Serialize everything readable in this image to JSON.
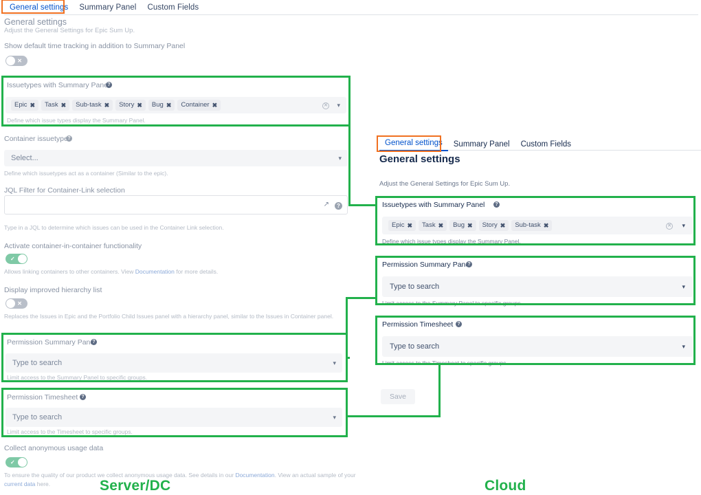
{
  "server": {
    "caption": "Server/DC",
    "tabs": [
      {
        "label": "General settings",
        "active": true
      },
      {
        "label": "Summary Panel",
        "active": false
      },
      {
        "label": "Custom Fields",
        "active": false
      }
    ],
    "heading": "General settings",
    "subheading": "Adjust the General Settings for Epic Sum Up.",
    "time_tracking_label": "Show default time tracking in addition to Summary Panel",
    "time_tracking_state": "off",
    "issuetypes": {
      "label": "Issuetypes with Summary Panel",
      "tags": [
        "Epic",
        "Task",
        "Sub-task",
        "Story",
        "Bug",
        "Container"
      ],
      "note": "Define which issue types display the Summary Panel."
    },
    "container_issuetypes": {
      "label": "Container issuetypes",
      "placeholder": "Select...",
      "note": "Define which issuetypes act as a container (Similar to the epic)."
    },
    "jql_filter": {
      "label": "JQL Filter for Container-Link selection",
      "value": "",
      "note": "Type in a JQL to determine which issues can be used in the Container Link selection."
    },
    "container_in_container": {
      "label": "Activate container-in-container functionality",
      "state": "on",
      "note_before": "Allows linking containers to other containers. View ",
      "note_link": "Documentation",
      "note_after": " for more details."
    },
    "hierarchy_list": {
      "label": "Display improved hierarchy list",
      "state": "off",
      "note": "Replaces the Issues in Epic and the Portfolio Child Issues panel with a hierarchy panel, similar to the Issues in Container panel."
    },
    "permission_summary": {
      "label": "Permission Summary Panel",
      "placeholder": "Type to search",
      "note": "Limit access to the Summary Panel to specific groups."
    },
    "permission_timesheet": {
      "label": "Permission Timesheet",
      "placeholder": "Type to search",
      "note": "Limit access to the Timesheet to specific groups."
    },
    "usage_data": {
      "label": "Collect anonymous usage data",
      "state": "on",
      "note_1": "To ensure the quality of our product we collect anonymous usage data. See details in our ",
      "note_link_1": "Documentation",
      "note_2": ". View an actual sample of your ",
      "note_link_2": "current data",
      "note_3": " here."
    }
  },
  "cloud": {
    "caption": "Cloud",
    "tabs": [
      {
        "label": "General settings",
        "active": true
      },
      {
        "label": "Summary Panel",
        "active": false
      },
      {
        "label": "Custom Fields",
        "active": false
      }
    ],
    "heading": "General settings",
    "subheading": "Adjust the General Settings for Epic Sum Up.",
    "issuetypes": {
      "label": "Issuetypes with Summary Panel",
      "tags": [
        "Epic",
        "Task",
        "Bug",
        "Story",
        "Sub-task"
      ],
      "note": "Define which issue types display the Summary Panel."
    },
    "permission_summary": {
      "label": "Permission Summary Panel",
      "placeholder": "Type to search",
      "note": "Limit access to the Summary Panel to specific groups."
    },
    "permission_timesheet": {
      "label": "Permission Timesheet",
      "placeholder": "Type to search",
      "note": "Limit access to the Timesheet to specific groups."
    },
    "save_label": "Save"
  },
  "colors": {
    "highlight_green": "#22b14c",
    "highlight_orange": "#f07020",
    "link_blue": "#0052cc",
    "toggle_on": "#7fc9a6",
    "toggle_off": "#b9bfc9"
  },
  "icons": {
    "help": "?",
    "chevron_down": "⌄",
    "clear": "×",
    "expand": "⤡",
    "tag_remove": "✖",
    "check": "✔"
  }
}
